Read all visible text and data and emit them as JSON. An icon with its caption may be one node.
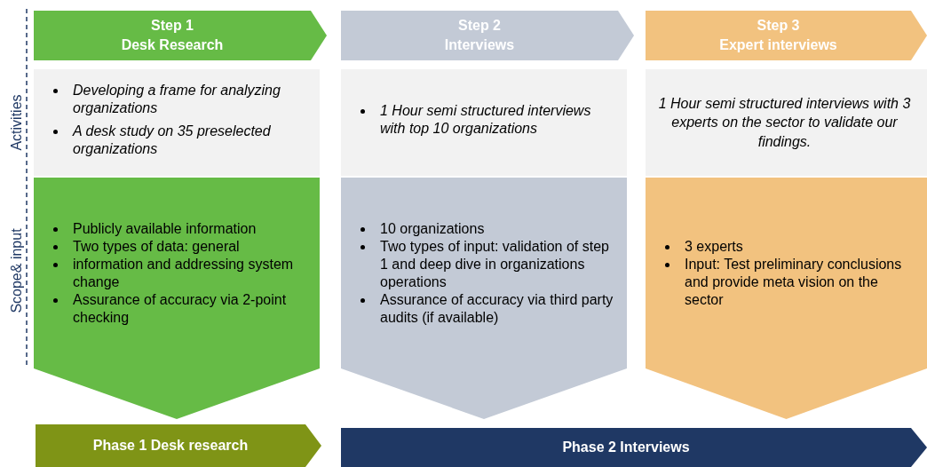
{
  "diagram": {
    "nodes": [
      {
        "text": [
          "Step 1",
          "Desk Research"
        ]
      },
      {
        "text": [
          "Step 2",
          "Interviews"
        ]
      },
      {
        "text": [
          "Step 3",
          "Expert interviews"
        ]
      },
      {
        "text": [
          "Developing a frame for analyzing organizations",
          "A desk study on 35 preselected organizations"
        ]
      },
      {
        "text": [
          "1 Hour semi structured interviews with top 10 organizations"
        ]
      },
      {
        "text": [
          "1 Hour semi structured interviews with 3 experts on the sector to validate our findings."
        ]
      },
      {
        "text": [
          "Publicly available information",
          "Two types of data: general",
          "information and addressing system change",
          "Assurance of accuracy via 2-point checking"
        ]
      },
      {
        "text": [
          "10 organizations",
          "Two types of input: validation of step 1 and deep dive in organizations operations",
          "Assurance of accuracy via third party audits (if available)"
        ]
      },
      {
        "text": [
          "3 experts",
          "Input: Test preliminary conclusions and provide meta vision on the sector"
        ]
      },
      {
        "text": [
          "Phase 1 Desk research"
        ]
      },
      {
        "text": [
          "Phase 2 Interviews"
        ]
      }
    ],
    "labels": [
      "Activities",
      "Scope& input"
    ]
  }
}
